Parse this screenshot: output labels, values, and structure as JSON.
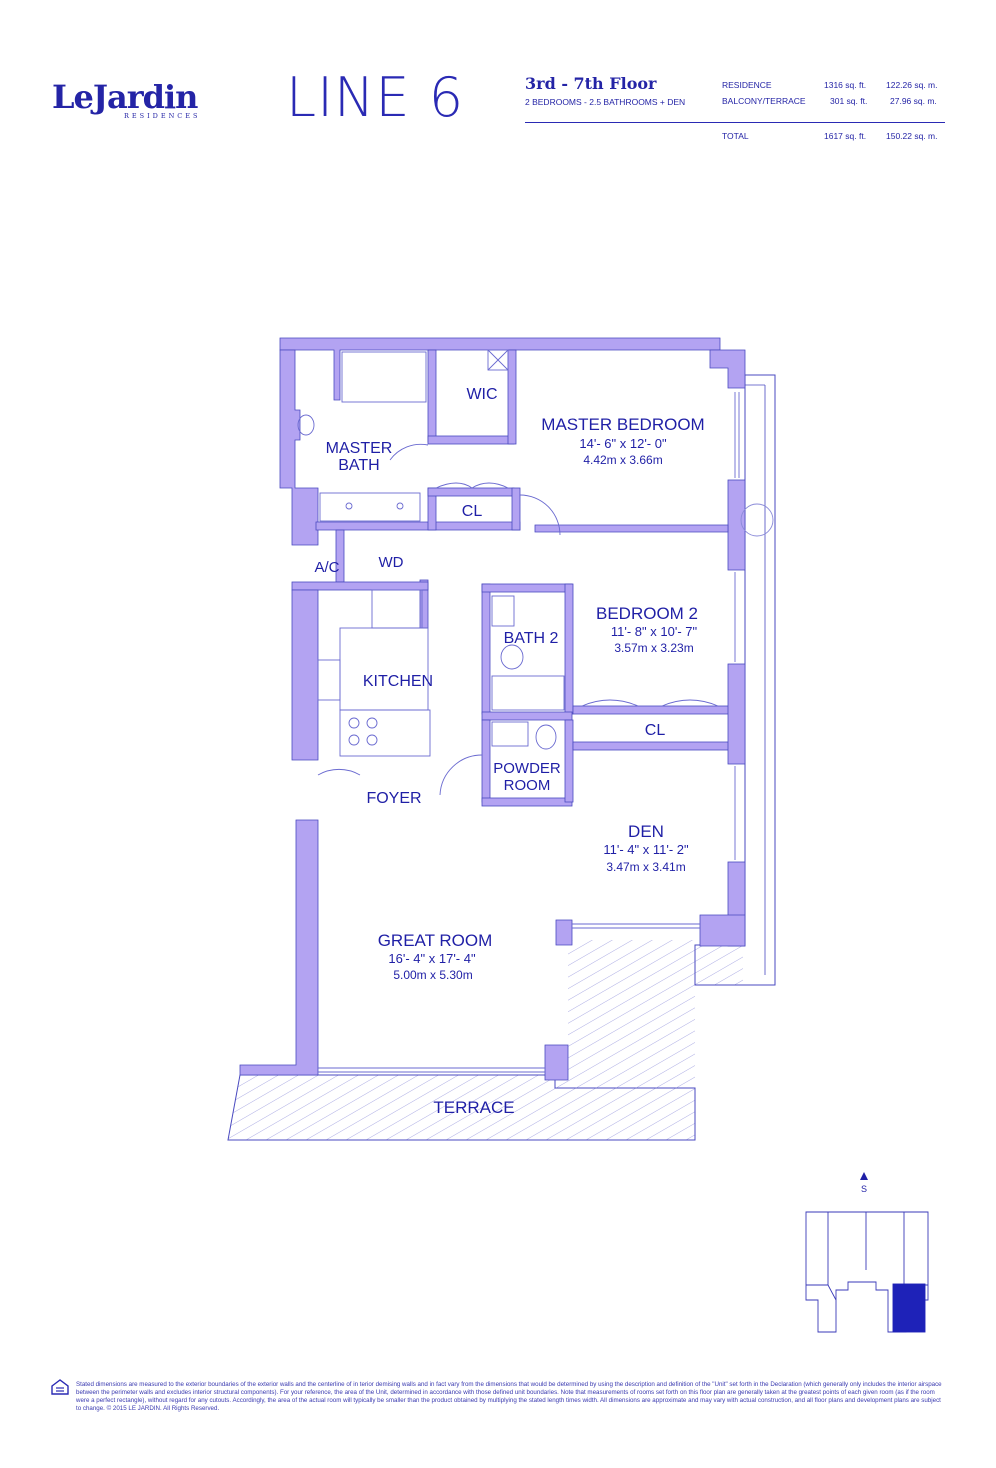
{
  "brand": {
    "name": "LeJardin",
    "sub": "RESIDENCES"
  },
  "line_title": "LINE 6",
  "floor_range": "3rd - 7th Floor",
  "unit_type": "2 BEDROOMS - 2.5 BATHROOMS + DEN",
  "areas": [
    {
      "label": "RESIDENCE",
      "sqft": "1316 sq. ft.",
      "sqm": "122.26 sq. m."
    },
    {
      "label": "BALCONY/TERRACE",
      "sqft": "301 sq. ft.",
      "sqm": "27.96 sq. m."
    },
    {
      "label": "TOTAL",
      "sqft": "1617 sq. ft.",
      "sqm": "150.22 sq. m."
    }
  ],
  "rooms": {
    "master_bedroom": {
      "name": "MASTER BEDROOM",
      "imperial": "14'- 6\" x 12'- 0\"",
      "metric": "4.42m x 3.66m"
    },
    "wic": "WIC",
    "master_bath": [
      "MASTER",
      "BATH"
    ],
    "cl_master": "CL",
    "ac": "A/C",
    "wd": "WD",
    "kitchen": "KITCHEN",
    "bath2": "BATH 2",
    "bedroom2": {
      "name": "BEDROOM 2",
      "imperial": "11'- 8\" x 10'- 7\"",
      "metric": "3.57m x 3.23m"
    },
    "cl_bed2": "CL",
    "powder": [
      "POWDER",
      "ROOM"
    ],
    "foyer": "FOYER",
    "den": {
      "name": "DEN",
      "imperial": "11'- 4\" x 11'- 2\"",
      "metric": "3.47m x 3.41m"
    },
    "great_room": {
      "name": "GREAT ROOM",
      "imperial": "16'- 4\" x 17'- 4\"",
      "metric": "5.00m x 5.30m"
    },
    "terrace": "TERRACE"
  },
  "compass": "S",
  "colors": {
    "brand": "#2424a6",
    "wall": "#b3a3f2",
    "outline": "#4a4ac0",
    "key_unit": "#1e22b8"
  },
  "disclaimer": "Stated dimensions are measured to the exterior boundaries of the exterior walls and the centerline of in terior demising walls and in fact vary from the dimensions that would be determined by using the description and definition of the \"Unit\" set forth in the Declaration (which generally only includes the interior airspace between the perimeter walls and excludes interior structural components). For your reference, the area of the Unit, determined in accordance with those defined unit boundaries. Note that measurements of rooms set forth on this floor plan are generally taken at the greatest points of each given room (as if the room were a perfect rectangle), without regard for any cutouts. Accordingly, the area of the actual room will typically be smaller than the product obtained by multiplying the stated length times width. All dimensions are approximate and may vary with actual construction, and all floor plans and development plans are subject to change. © 2015 LE JARDIN. All Rights Reserved."
}
